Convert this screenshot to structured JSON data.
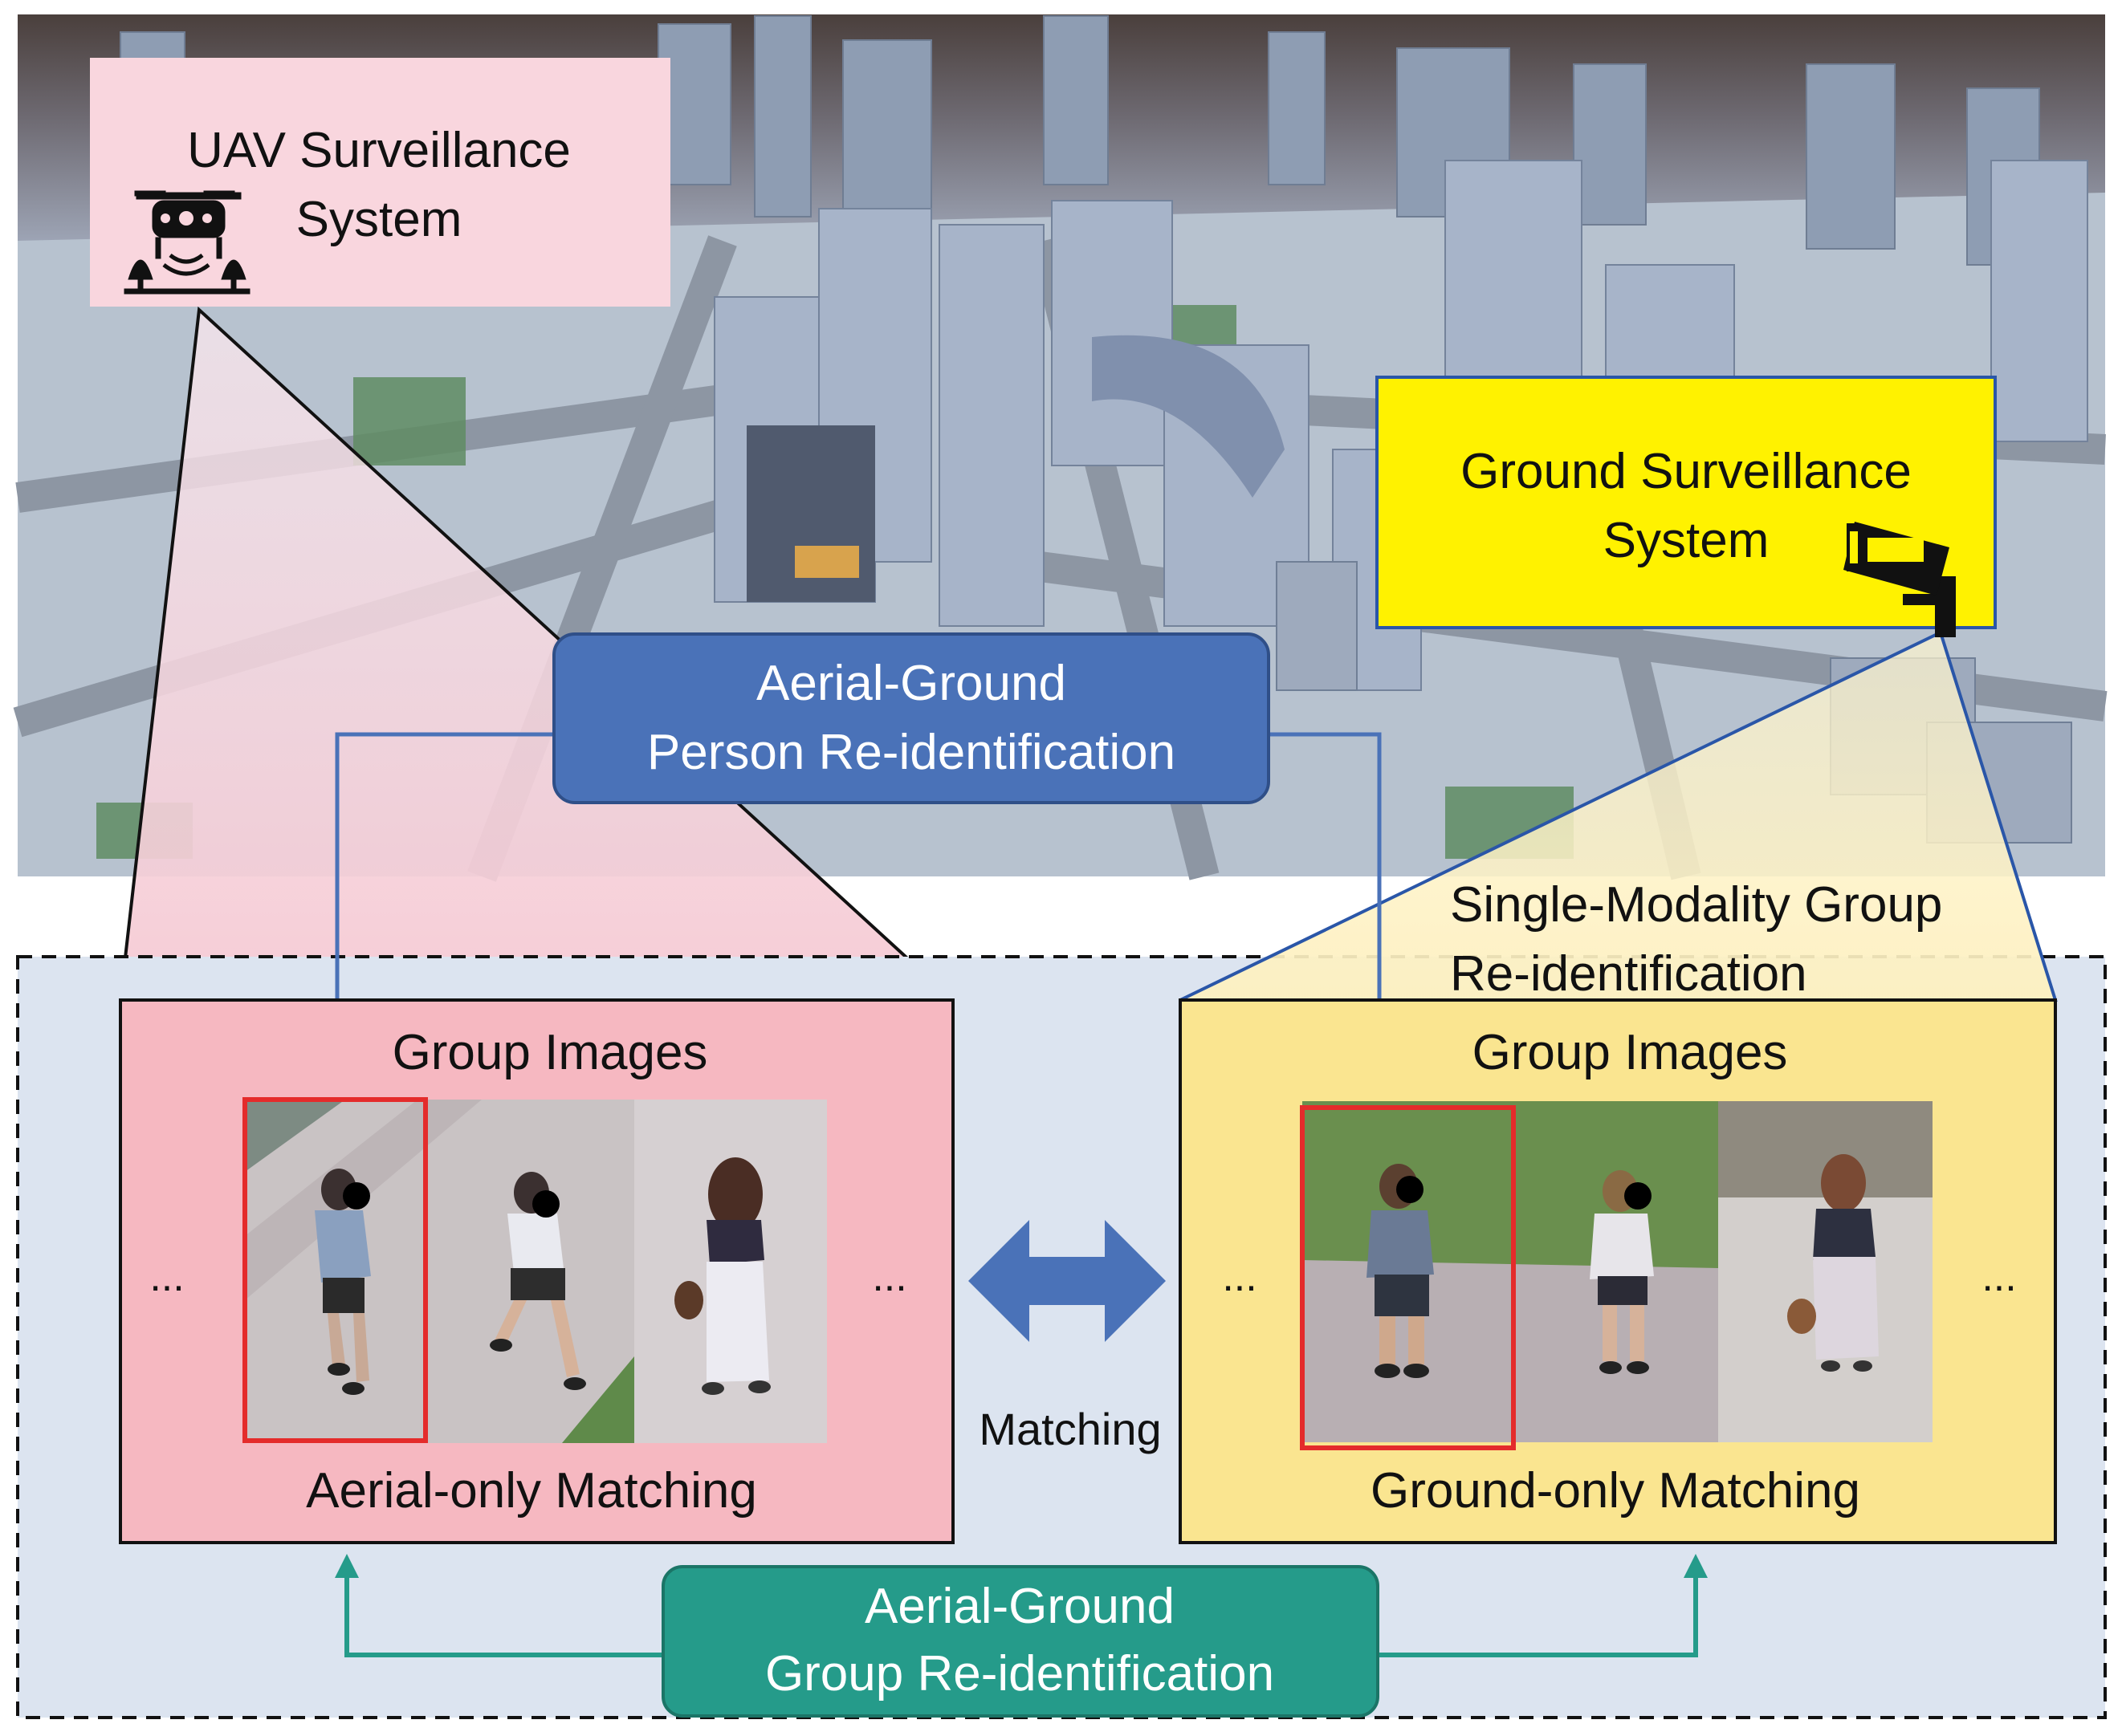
{
  "uav_box": {
    "line1": "UAV Surveillance",
    "line2": "System",
    "icon": "drone-icon"
  },
  "ground_box": {
    "line1": "Ground Surveillance",
    "line2": "System",
    "icon": "cctv-camera-icon"
  },
  "person_reid": {
    "line1": "Aerial-Ground",
    "line2": "Person Re-identification"
  },
  "single_modality": {
    "line1": "Single-Modality Group",
    "line2": "Re-identification"
  },
  "aerial_panel": {
    "title": "Group Images",
    "caption": "Aerial-only Matching",
    "left_ellipsis": "...",
    "right_ellipsis": "..."
  },
  "ground_panel": {
    "title": "Group Images",
    "caption": "Ground-only Matching",
    "left_ellipsis": "...",
    "right_ellipsis": "..."
  },
  "matching": {
    "label": "Matching"
  },
  "group_reid": {
    "line1": "Aerial-Ground",
    "line2": "Group Re-identification"
  },
  "colors": {
    "aerial_pink": "#f6b8c1",
    "uav_label_bg": "#f9d6de",
    "ground_yellow": "#fae590",
    "ground_label_bg": "#fff200",
    "person_reid_blue": "#4a72b8",
    "group_reid_teal": "#259b8a",
    "outer_region": "#dce4f0",
    "highlight_red": "#e42b2b"
  }
}
